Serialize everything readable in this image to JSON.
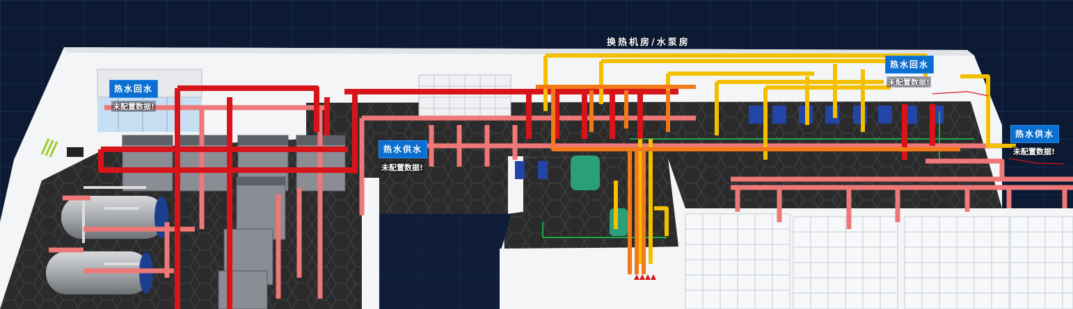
{
  "room": {
    "title": "换热机房/水泵房"
  },
  "labels": [
    {
      "id": "hot-water-return-left",
      "name": "热水回水",
      "status": "未配置数据!"
    },
    {
      "id": "hot-water-supply-mid",
      "name": "热水供水",
      "status": "未配置数据!"
    },
    {
      "id": "hot-water-return-right",
      "name": "热水回水",
      "status": "未配置数据!"
    },
    {
      "id": "hot-water-supply-right",
      "name": "热水供水",
      "status": "未配置数据!"
    }
  ],
  "colors": {
    "background": "#0c1a33",
    "grid": "#2a3f66",
    "wall": "#ffffff",
    "floor": "#2e2e2e",
    "pipe_red": "#d8141b",
    "pipe_pink": "#ee7777",
    "pipe_yellow": "#f2c000",
    "pipe_orange": "#f27a18",
    "pipe_green": "#1aa84a",
    "equipment_gray": "#8a8d94",
    "tag_blue": "#0a6fd0"
  }
}
